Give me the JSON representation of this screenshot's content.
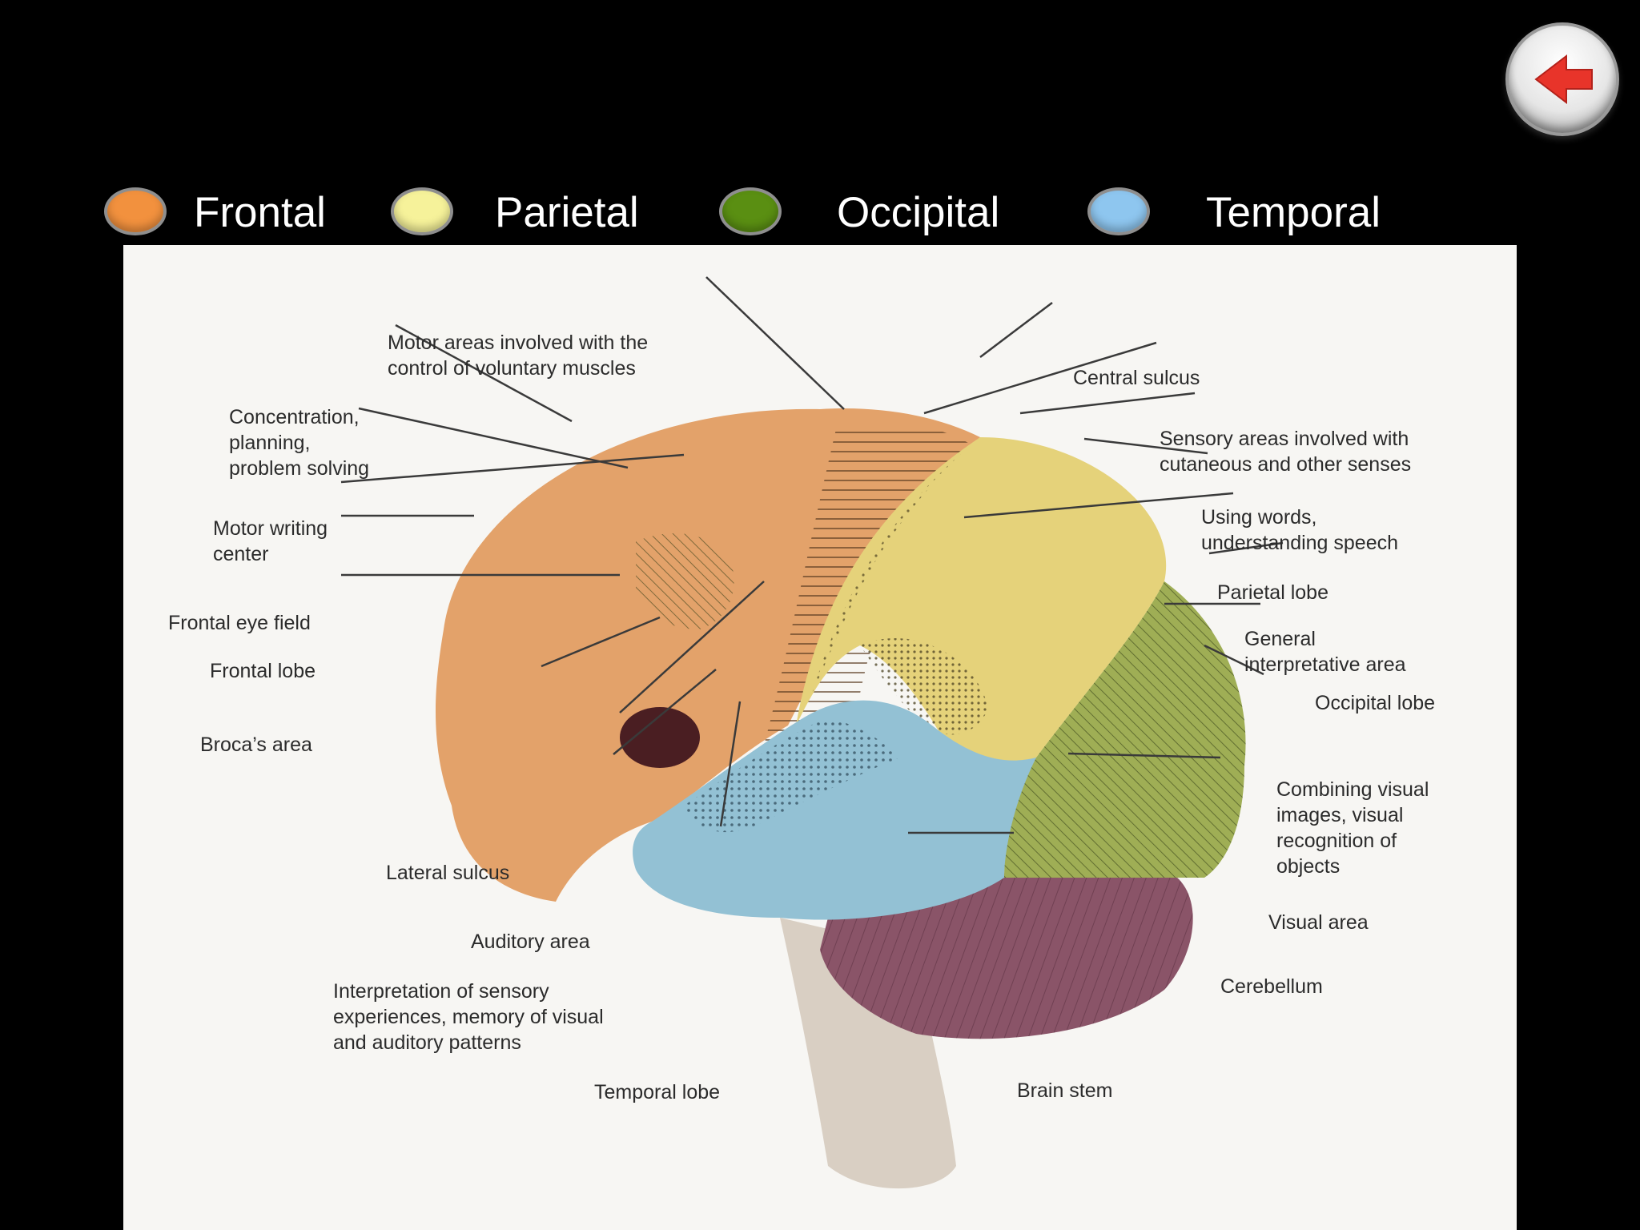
{
  "navigation": {
    "back_icon": "back-arrow-icon",
    "arrow_color": "#e8342a"
  },
  "legend": [
    {
      "label": "Frontal",
      "color": "#f2913e"
    },
    {
      "label": "Parietal",
      "color": "#f6f29a"
    },
    {
      "label": "Occipital",
      "color": "#5a8f12"
    },
    {
      "label": "Temporal",
      "color": "#8ec6ef"
    }
  ],
  "diagram": {
    "colors": {
      "frontal": "#e3a26a",
      "parietal": "#e5d27a",
      "occipital": "#9fae55",
      "temporal": "#93c1d4",
      "cerebellum": "#8a5468",
      "brainstem": "#d9cfc3",
      "broca": "#4a1e22"
    },
    "labels": {
      "motor_areas_1": "Motor areas involved with the",
      "motor_areas_2": "control of voluntary muscles",
      "central_sulcus": "Central sulcus",
      "concentration_1": "Concentration,",
      "concentration_2": "planning,",
      "concentration_3": "problem solving",
      "sensory_areas_1": "Sensory areas involved with",
      "sensory_areas_2": "cutaneous and other senses",
      "using_words_1": "Using words,",
      "using_words_2": "understanding speech",
      "motor_writing_1": "Motor writing",
      "motor_writing_2": "center",
      "parietal_lobe": "Parietal lobe",
      "frontal_eye_field": "Frontal eye field",
      "general_interp_1": "General",
      "general_interp_2": "interpretative area",
      "frontal_lobe": "Frontal lobe",
      "occipital_lobe": "Occipital lobe",
      "brocas_area": "Broca’s area",
      "combining_1": "Combining visual",
      "combining_2": "images, visual",
      "combining_3": "recognition of",
      "combining_4": "objects",
      "lateral_sulcus": "Lateral sulcus",
      "visual_area": "Visual area",
      "auditory_area": "Auditory area",
      "cerebellum": "Cerebellum",
      "interpretation_1": "Interpretation of sensory",
      "interpretation_2": "experiences, memory of visual",
      "interpretation_3": "and auditory patterns",
      "temporal_lobe": "Temporal lobe",
      "brain_stem": "Brain stem"
    }
  }
}
